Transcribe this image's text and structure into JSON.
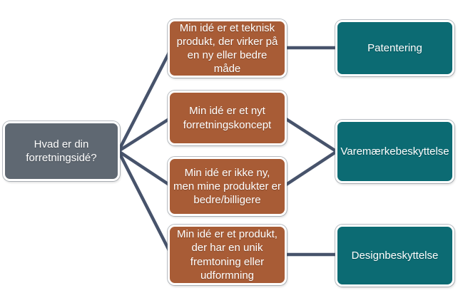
{
  "diagram": {
    "question": {
      "label": "Hvad er din forretningsidé?"
    },
    "ideas": [
      {
        "id": "idea-1",
        "label": "Min idé er et teknisk produkt, der virker på en ny eller bedre måde"
      },
      {
        "id": "idea-2",
        "label": "Min idé er et nyt forretningskoncept"
      },
      {
        "id": "idea-3",
        "label": "Min idé er ikke ny, men mine produkter er bedre/billigere"
      },
      {
        "id": "idea-4",
        "label": "Min idé er et produkt, der har en unik fremtoning eller udformning"
      }
    ],
    "protections": [
      {
        "id": "protection-1",
        "label": "Patentering"
      },
      {
        "id": "protection-2",
        "label": "Varemærkebeskyttelse"
      },
      {
        "id": "protection-3",
        "label": "Designbeskyttelse"
      }
    ],
    "links": [
      {
        "from": "question",
        "to": "idea-1"
      },
      {
        "from": "question",
        "to": "idea-2"
      },
      {
        "from": "question",
        "to": "idea-3"
      },
      {
        "from": "question",
        "to": "idea-4"
      },
      {
        "from": "idea-1",
        "to": "protection-1"
      },
      {
        "from": "idea-2",
        "to": "protection-2"
      },
      {
        "from": "idea-3",
        "to": "protection-2"
      },
      {
        "from": "idea-4",
        "to": "protection-3"
      }
    ],
    "colors": {
      "question": "#5F6872",
      "idea": "#A85C36",
      "protection": "#0C6B73",
      "connector": "#47536B"
    }
  }
}
